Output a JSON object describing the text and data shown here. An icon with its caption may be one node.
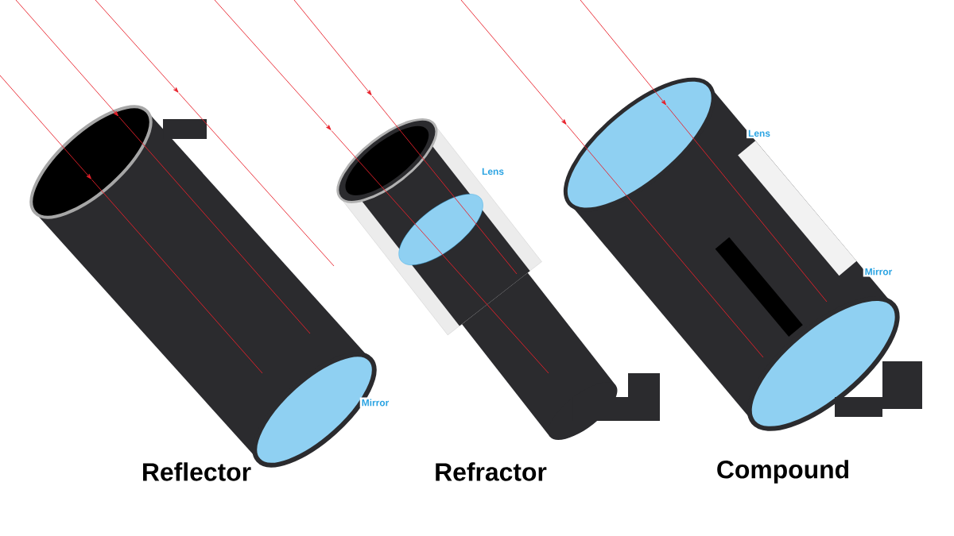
{
  "diagram": {
    "labels": [
      "Lens",
      "Lens",
      "Mirror",
      "Mirror",
      "Reflector",
      "Refractor",
      "Compound"
    ]
  }
}
